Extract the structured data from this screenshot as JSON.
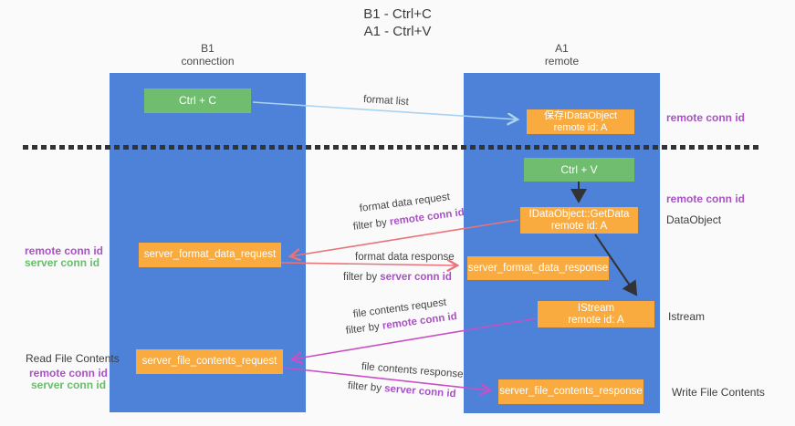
{
  "title": {
    "line1": "B1 - Ctrl+C",
    "line2": "A1 - Ctrl+V"
  },
  "columns": {
    "left": {
      "name": "B1",
      "sub": "connection"
    },
    "right": {
      "name": "A1",
      "sub": "remote"
    }
  },
  "nodes": {
    "ctrl_c": {
      "label": "Ctrl + C"
    },
    "save_idataobject": {
      "line1": "保存IDataObject",
      "line2": "remote id: A"
    },
    "ctrl_v": {
      "label": "Ctrl + V"
    },
    "getdata": {
      "line1": "IDataObject::GetData",
      "line2": "remote id: A"
    },
    "istream": {
      "line1": "IStream",
      "line2": "remote id: A"
    },
    "format_request": {
      "label": "server_format_data_request"
    },
    "format_response": {
      "label": "server_format_data_response"
    },
    "file_request": {
      "label": "server_file_contents_request"
    },
    "file_response": {
      "label": "server_file_contents_response"
    }
  },
  "arrow_labels": {
    "format_list": "format list",
    "format_data_request": "format data request",
    "format_data_request_filter": {
      "prefix": "filter by ",
      "id": "remote conn id"
    },
    "format_data_response": "format data response",
    "format_data_response_filter": {
      "prefix": "filter by ",
      "id": "server conn id"
    },
    "file_contents_request": "file contents request",
    "file_contents_request_filter": {
      "prefix": "filter by ",
      "id": "remote conn id"
    },
    "file_contents_response": "file contents response",
    "file_contents_response_filter": {
      "prefix": "filter by ",
      "id": "server conn id"
    }
  },
  "side_labels": {
    "remote_conn_id_right_top": "remote conn id",
    "remote_conn_id_right_mid": "remote conn id",
    "dataobject": "DataObject",
    "istream": "Istream",
    "write_file_contents": "Write File Contents",
    "remote_conn_id_left": "remote conn id",
    "server_conn_id_left": "server conn id",
    "read_file_contents": "Read File Contents",
    "remote_conn_id_left_bottom": "remote conn id",
    "server_conn_id_left_bottom": "server conn id"
  },
  "colors": {
    "background": "#fafafa",
    "column_blue": "#4d82d8",
    "box_green": "#70bd70",
    "box_orange": "#f9ab3f",
    "purple": "#a951c5",
    "green_text": "#67bd6b",
    "red_arrow": "#e8737b",
    "magenta_arrow": "#ca4fc4",
    "light_blue_arrow": "#a9d3f0",
    "dark": "#3d3d3d"
  }
}
